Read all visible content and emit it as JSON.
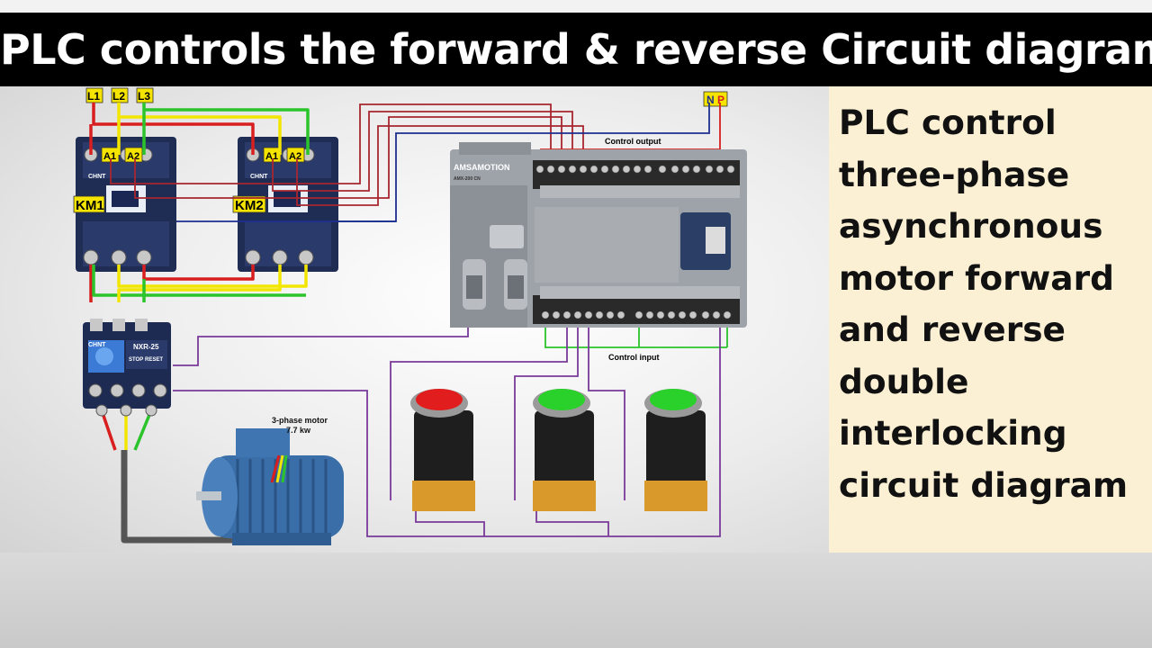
{
  "banner": {
    "title": "PLC controls the forward & reverse Circuit diagram"
  },
  "side_panel": {
    "lines": [
      "PLC control",
      "three-phase",
      "asynchronous",
      "motor forward",
      "and reverse",
      "double",
      "interlocking",
      "circuit diagram"
    ]
  },
  "supply": {
    "l1": "L1",
    "l2": "L2",
    "l3": "L3",
    "n": "N",
    "p": "P"
  },
  "contactors": {
    "km1": {
      "label": "KM1",
      "brand": "CHNT",
      "a1": "A1",
      "a2": "A2"
    },
    "km2": {
      "label": "KM2",
      "brand": "CHNT",
      "a1": "A1",
      "a2": "A2"
    }
  },
  "relay": {
    "brand": "CHNT",
    "model": "NXR-25",
    "stop": "STOP",
    "reset": "RESET"
  },
  "motor": {
    "line1": "3-phase motor",
    "line2": "7.7 kw"
  },
  "plc": {
    "brand": "AMSAMOTION",
    "model": "AMX-200 CN",
    "output_label": "Control output",
    "input_label": "Control input"
  },
  "buttons": [
    {
      "color": "red"
    },
    {
      "color": "green"
    },
    {
      "color": "green"
    }
  ],
  "colors": {
    "red": "#d81e1e",
    "yellow": "#f2e600",
    "green": "#2bc42b",
    "purple": "#7a3a9a",
    "blue": "#1d2f8f",
    "darkred": "#a8262e"
  }
}
